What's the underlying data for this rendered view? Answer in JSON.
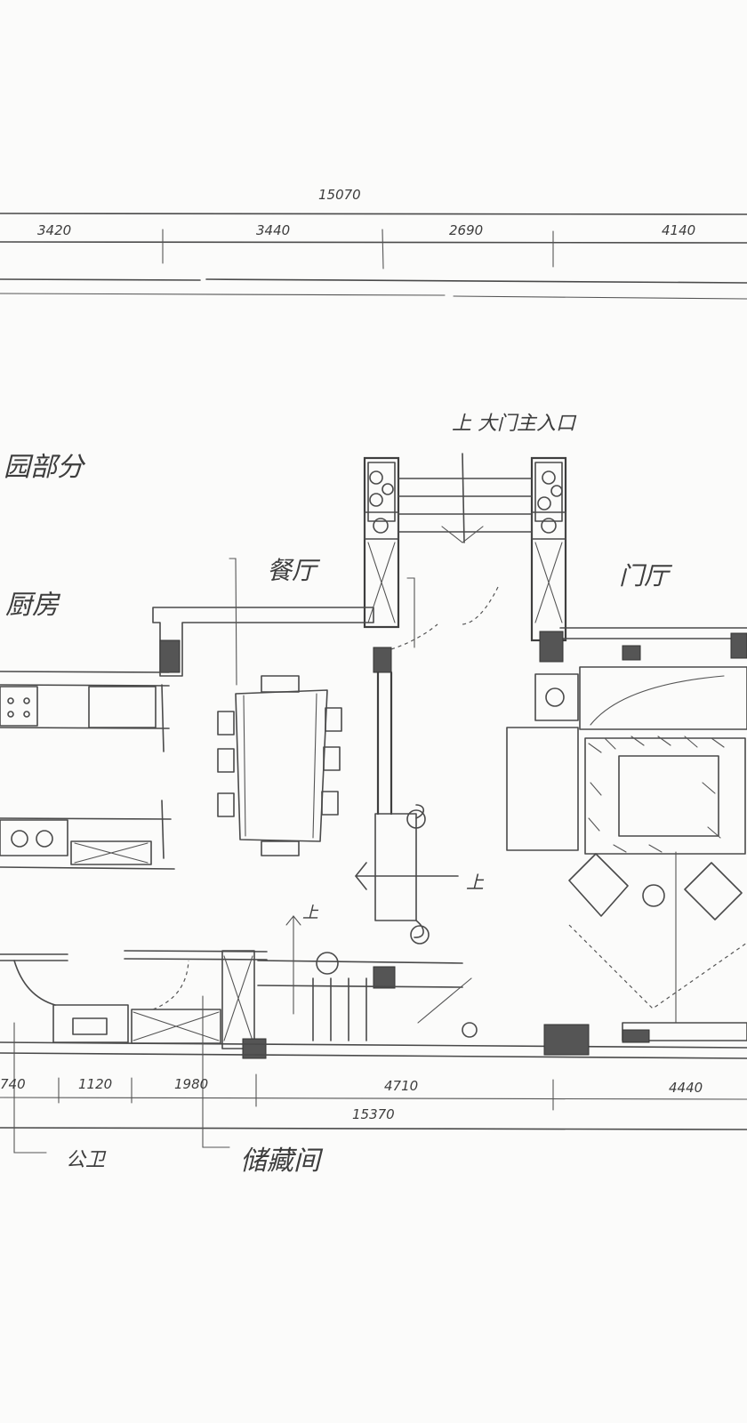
{
  "top_dimensions": {
    "total": "15070",
    "segments": [
      "3420",
      "3440",
      "2690",
      "4140"
    ]
  },
  "bottom_dimensions": {
    "total": "15370",
    "segments": [
      "740",
      "1120",
      "1980",
      "4710",
      "4440"
    ]
  },
  "room_labels": {
    "garden_part": "园部分",
    "kitchen": "厨房",
    "dining": "餐厅",
    "main_entrance": "上  大门主入口",
    "foyer": "门厅",
    "public_wc": "公卫",
    "storage": "储藏间",
    "stair_up_a": "上",
    "stair_up_b": "上"
  }
}
